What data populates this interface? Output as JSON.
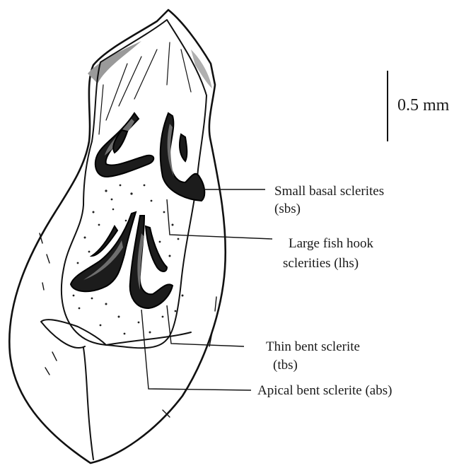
{
  "scale_bar": {
    "label": "0.5 mm"
  },
  "labels": {
    "sbs_line1": "Small basal sclerites",
    "sbs_line2": "(sbs)",
    "lhs_line1": "Large fish hook",
    "lhs_line2": "sclerities (lhs)",
    "tbs_line1": "Thin bent sclerite",
    "tbs_line2": "(tbs)",
    "abs_line1": "Apical bent sclerite (abs)"
  }
}
